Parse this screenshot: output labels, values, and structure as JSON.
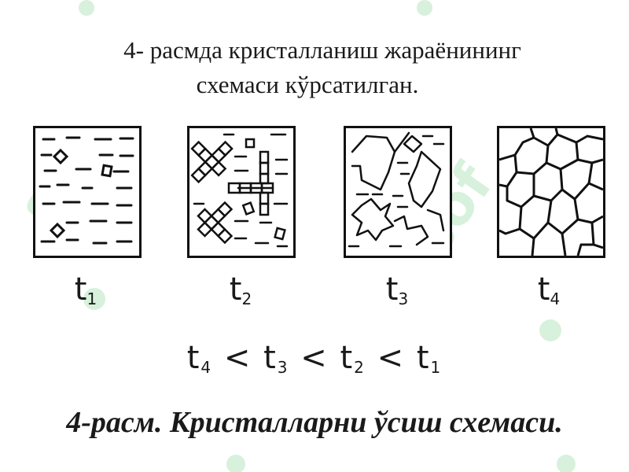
{
  "intro": {
    "line1": "4- расмда кристалланиш жараёнининг",
    "line2": "схемаси кўрсатилган."
  },
  "labels": [
    "t1",
    "t2",
    "t3",
    "t4"
  ],
  "label_parts": [
    {
      "base": "t",
      "sub": "1"
    },
    {
      "base": "t",
      "sub": "2"
    },
    {
      "base": "t",
      "sub": "3"
    },
    {
      "base": "t",
      "sub": "4"
    }
  ],
  "inequality": {
    "text": "t4 < t3 < t2 < t1",
    "terms": [
      {
        "base": "t",
        "sub": "4"
      },
      {
        "base": "t",
        "sub": "3"
      },
      {
        "base": "t",
        "sub": "2"
      },
      {
        "base": "t",
        "sub": "1"
      }
    ],
    "separator": "<"
  },
  "caption": "4-расм. Кристалларни ўсиш схемаси.",
  "watermark_color": "#c8eccf"
}
